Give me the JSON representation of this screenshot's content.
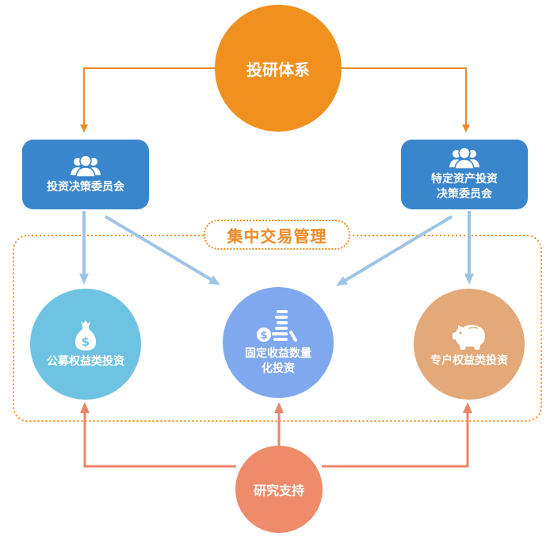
{
  "title": "投研体系",
  "committees": {
    "left": "投资决策委员会",
    "right_line1": "特定资产投资",
    "right_line2": "决策委员会"
  },
  "central_label": "集中交易管理",
  "investments": {
    "left": "公募权益类投资",
    "center_line1": "固定收益数量",
    "center_line2": "化投资",
    "right": "专户权益类投资"
  },
  "support": "研究支持",
  "icons": {
    "committee": "people-group-icon",
    "public_equity": "money-bag-icon",
    "fixed_income": "coin-stack-icon",
    "private_equity": "piggy-bank-icon"
  },
  "colors": {
    "top": "#f0901f",
    "committee": "#3a86cc",
    "public_equity": "#6ec3e2",
    "fixed_income": "#80a8ee",
    "private_equity": "#e3a978",
    "support": "#ee8b6a",
    "blue_arrow": "#9fc4e6",
    "orange_arrow": "#ee8a24",
    "support_arrow": "#e9866a"
  }
}
